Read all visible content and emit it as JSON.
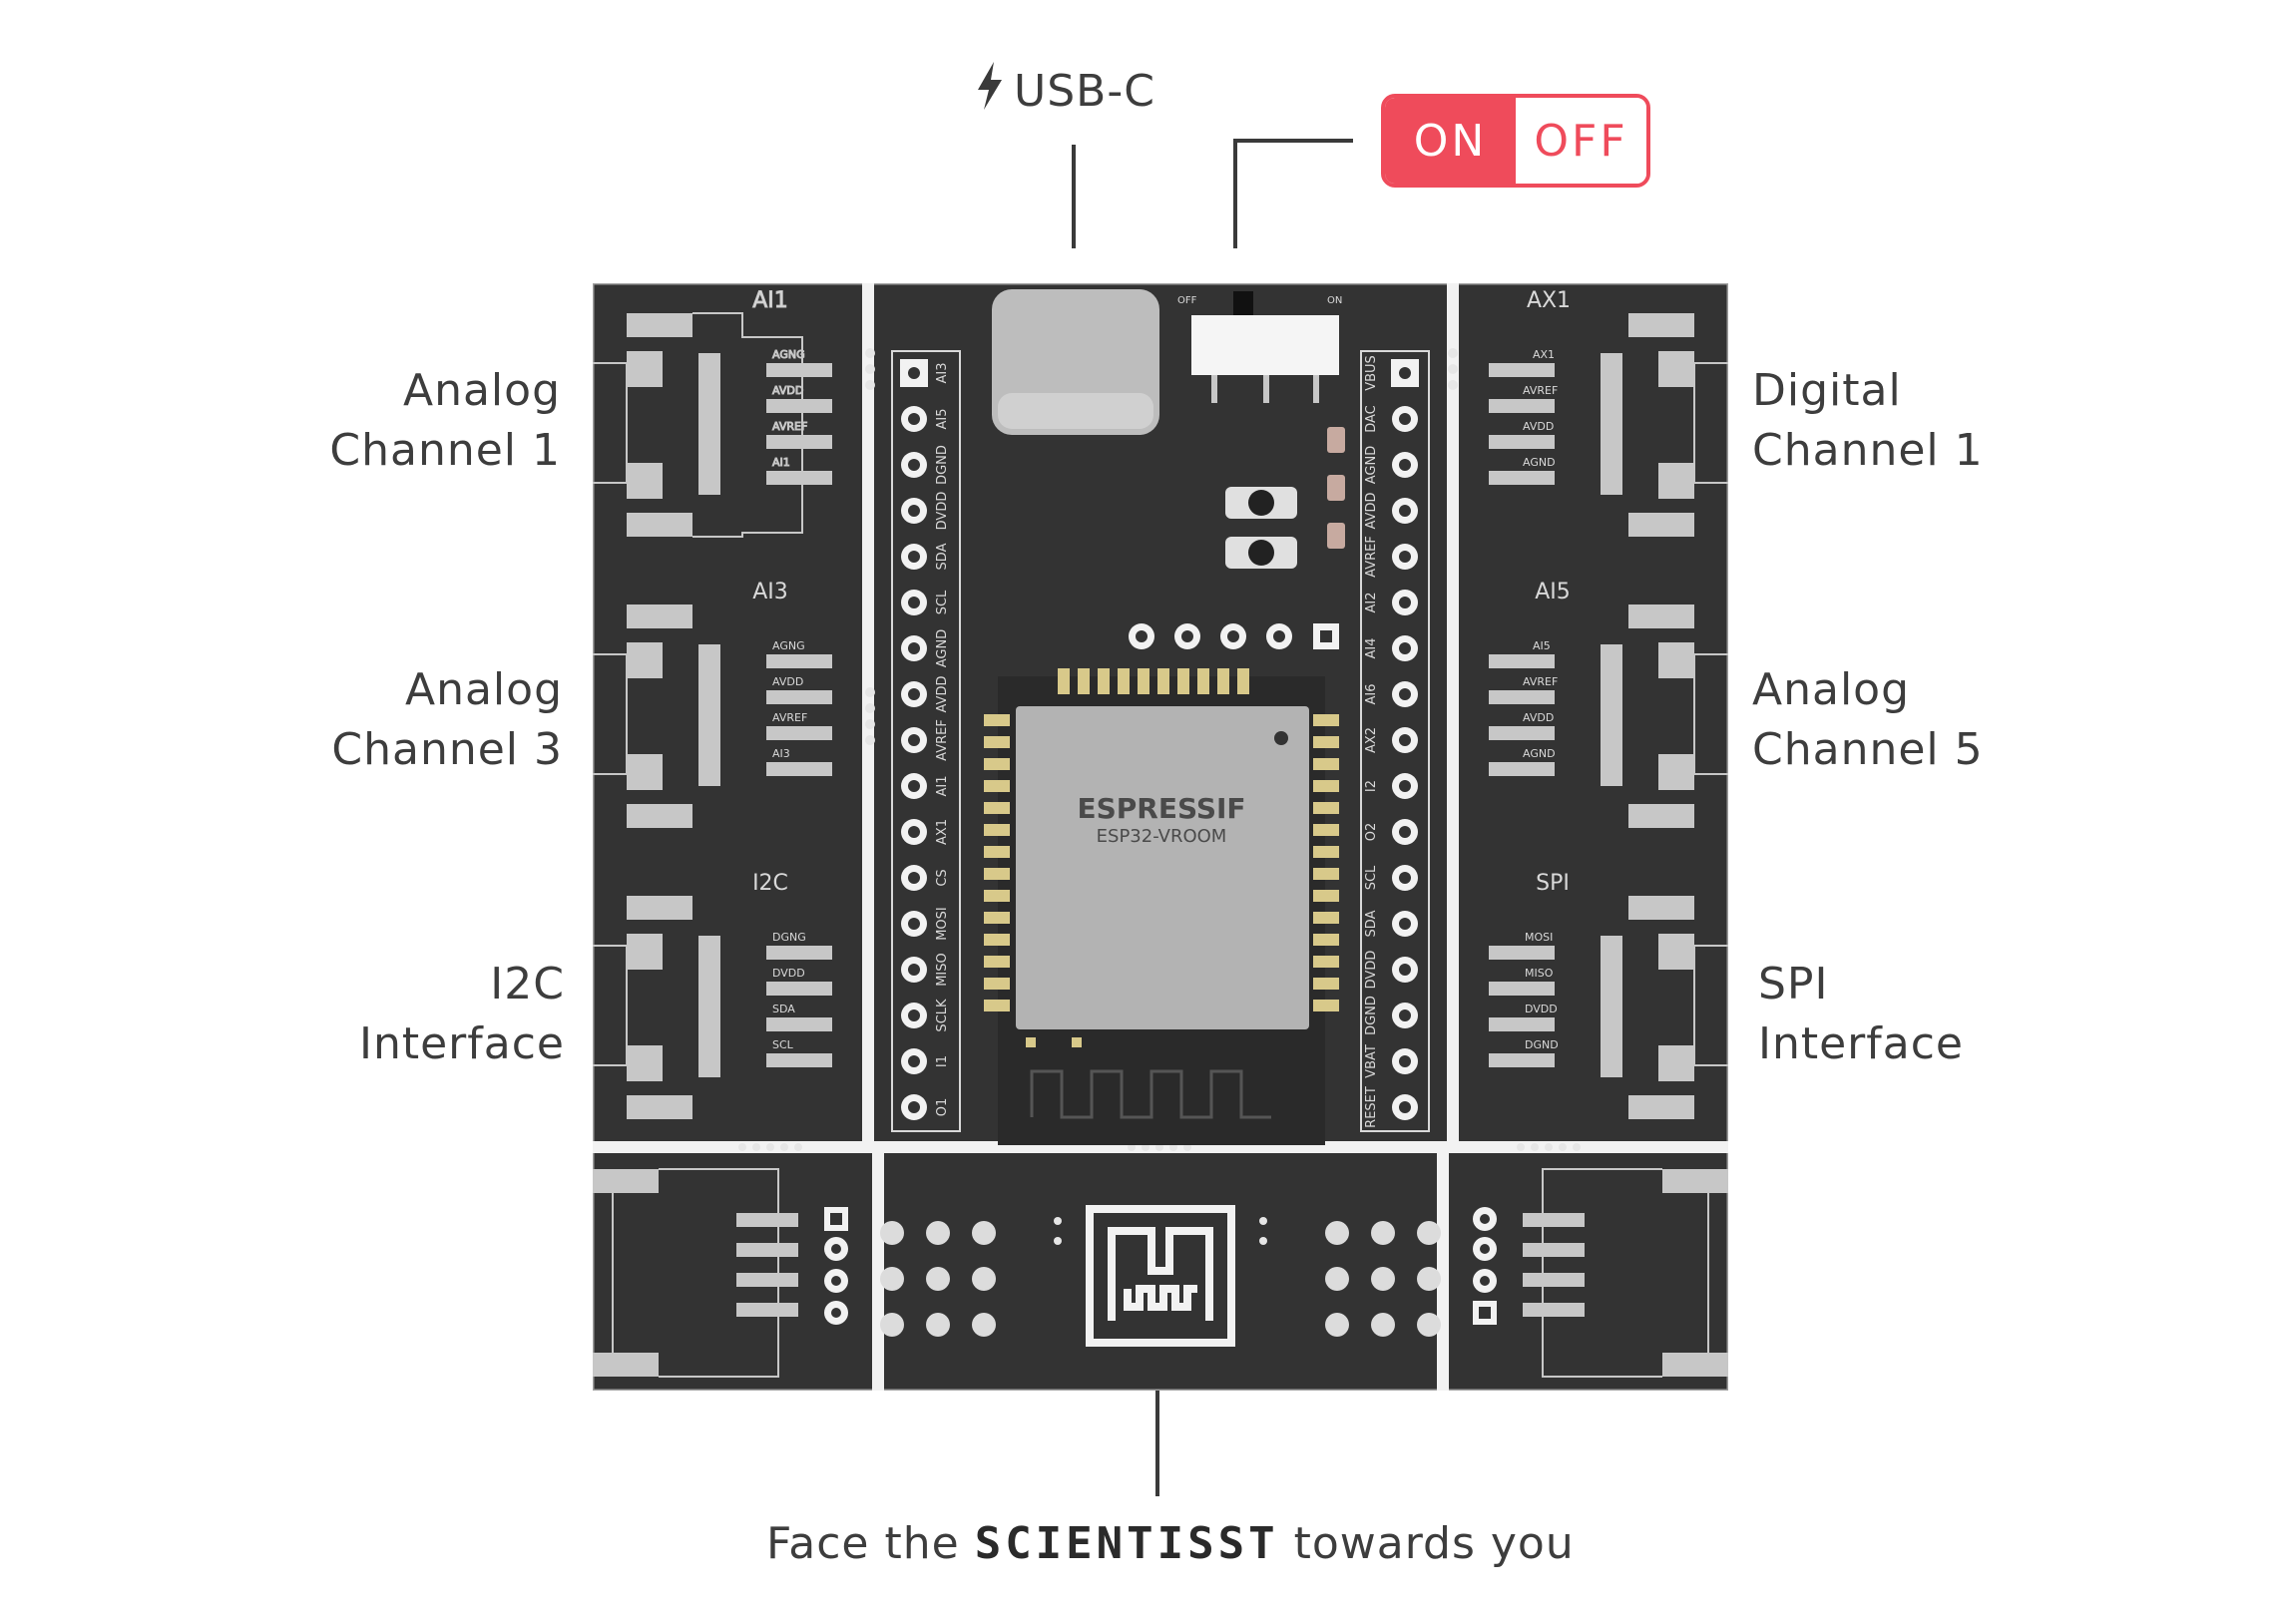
{
  "labels": {
    "usb": "USB-C",
    "toggle_on": "ON",
    "toggle_off": "OFF",
    "analog_ch1_line1": "Analog",
    "analog_ch1_line2": "Channel 1",
    "analog_ch3_line1": "Analog",
    "analog_ch3_line2": "Channel 3",
    "i2c_line1": "I2C",
    "i2c_line2": "Interface",
    "digital_ch1_line1": "Digital",
    "digital_ch1_line2": "Channel 1",
    "analog_ch5_line1": "Analog",
    "analog_ch5_line2": "Channel 5",
    "spi_line1": "SPI",
    "spi_line2": "Interface",
    "caption_prefix": "Face the",
    "caption_brand": "SCIENTISST",
    "caption_suffix": "towards you"
  },
  "board": {
    "connectors": {
      "ai1": {
        "title": "AI1",
        "pins": [
          "AGNG",
          "AVDD",
          "AVREF",
          "AI1"
        ]
      },
      "ai3": {
        "title": "AI3",
        "pins": [
          "AGNG",
          "AVDD",
          "AVREF",
          "AI3"
        ]
      },
      "i2c": {
        "title": "I2C",
        "pins": [
          "DGNG",
          "DVDD",
          "SDA",
          "SCL"
        ]
      },
      "ax1": {
        "title": "AX1",
        "pins": [
          "AX1",
          "AVREF",
          "AVDD",
          "AGND"
        ]
      },
      "ai5": {
        "title": "AI5",
        "pins": [
          "AI5",
          "AVREF",
          "AVDD",
          "AGND"
        ]
      },
      "spi": {
        "title": "SPI",
        "pins": [
          "MOSI",
          "MISO",
          "DVDD",
          "DGND"
        ]
      }
    },
    "left_header_pins": [
      "AI3",
      "AI5",
      "DGND",
      "DVDD",
      "SDA",
      "SCL",
      "AGND",
      "AVDD",
      "AVREF",
      "AI1",
      "AX1",
      "CS",
      "MOSI",
      "MISO",
      "SCLK",
      "I1",
      "O1"
    ],
    "right_header_pins": [
      "VBUS",
      "DAC",
      "AGND",
      "AVDD",
      "AVREF",
      "AI2",
      "AI4",
      "AI6",
      "AX2",
      "I2",
      "O2",
      "SCL",
      "SDA",
      "DVDD",
      "DGND",
      "VBAT",
      "RESET"
    ],
    "switch_off": "OFF",
    "switch_on": "ON",
    "module_brand": "ESPRESSIF",
    "module_model": "ESP32-VROOM"
  },
  "colors": {
    "pcb": "#333333",
    "accent": "#ef4b5b",
    "silk": "#d9d9d9"
  }
}
